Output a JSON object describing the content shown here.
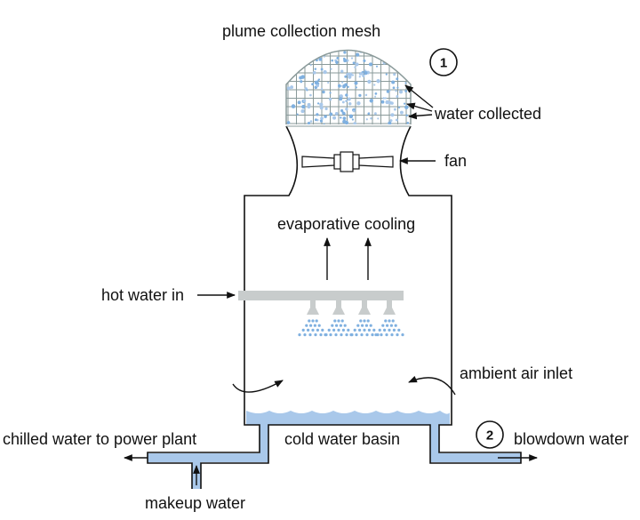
{
  "labels": {
    "mesh": "plume collection mesh",
    "water_collected": "water collected",
    "fan": "fan",
    "evaporative": "evaporative cooling",
    "hot_water": "hot water in",
    "ambient_air": "ambient air inlet",
    "basin": "cold water basin",
    "chilled": "chilled water to power plant",
    "blowdown": "blowdown water",
    "makeup": "makeup water"
  },
  "markers": {
    "one": "1",
    "two": "2"
  },
  "colors": {
    "outline": "#111111",
    "mesh": "#8a9a9a",
    "water": "#a9c8ea",
    "water_dark": "#7fb0e0",
    "spray_bar": "#c8cccc",
    "nozzle": "#c8cccc",
    "pipe_fill": "#a9c8ea"
  },
  "icons": {
    "fan": "axial-fan-icon",
    "nozzle": "spray-nozzle-icon",
    "marker": "numbered-circle-icon"
  }
}
